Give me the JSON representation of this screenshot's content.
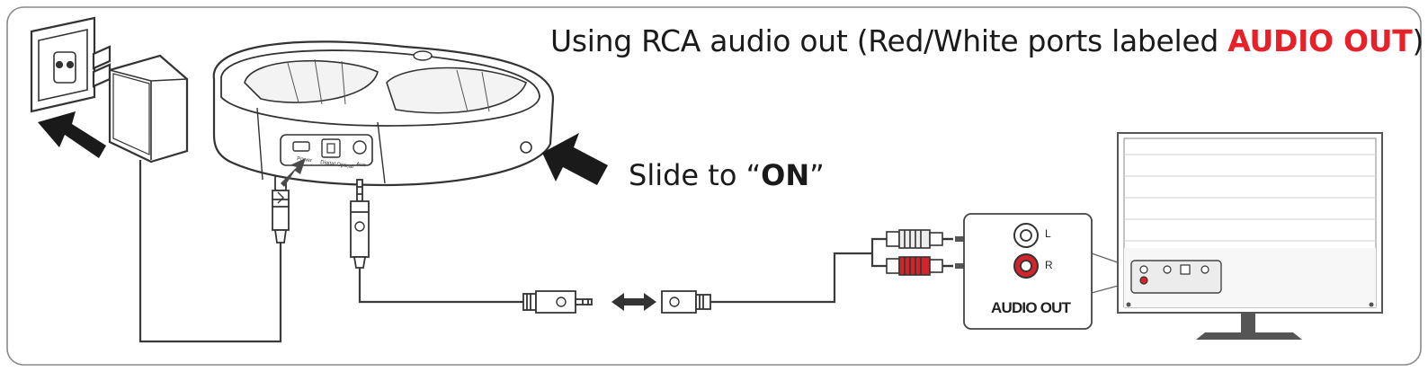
{
  "title": {
    "prefix": "Using RCA audio out (Red/White ports labeled ",
    "highlight": "AUDIO OUT",
    "suffix": ")"
  },
  "instruction": {
    "prefix": "Slide to “",
    "highlight": "ON",
    "suffix": "”"
  },
  "ports": {
    "left_label": "L",
    "right_label": "R",
    "panel_label": "AUDIO OUT"
  },
  "base_port_labels": {
    "power": "Power",
    "optical": "Digital Optical",
    "aux": "Aux"
  },
  "colors": {
    "highlight": "#e8202a",
    "line": "#3a3a3a",
    "rca_red": "#d4242b",
    "tv_frame": "#7a7a7a"
  }
}
